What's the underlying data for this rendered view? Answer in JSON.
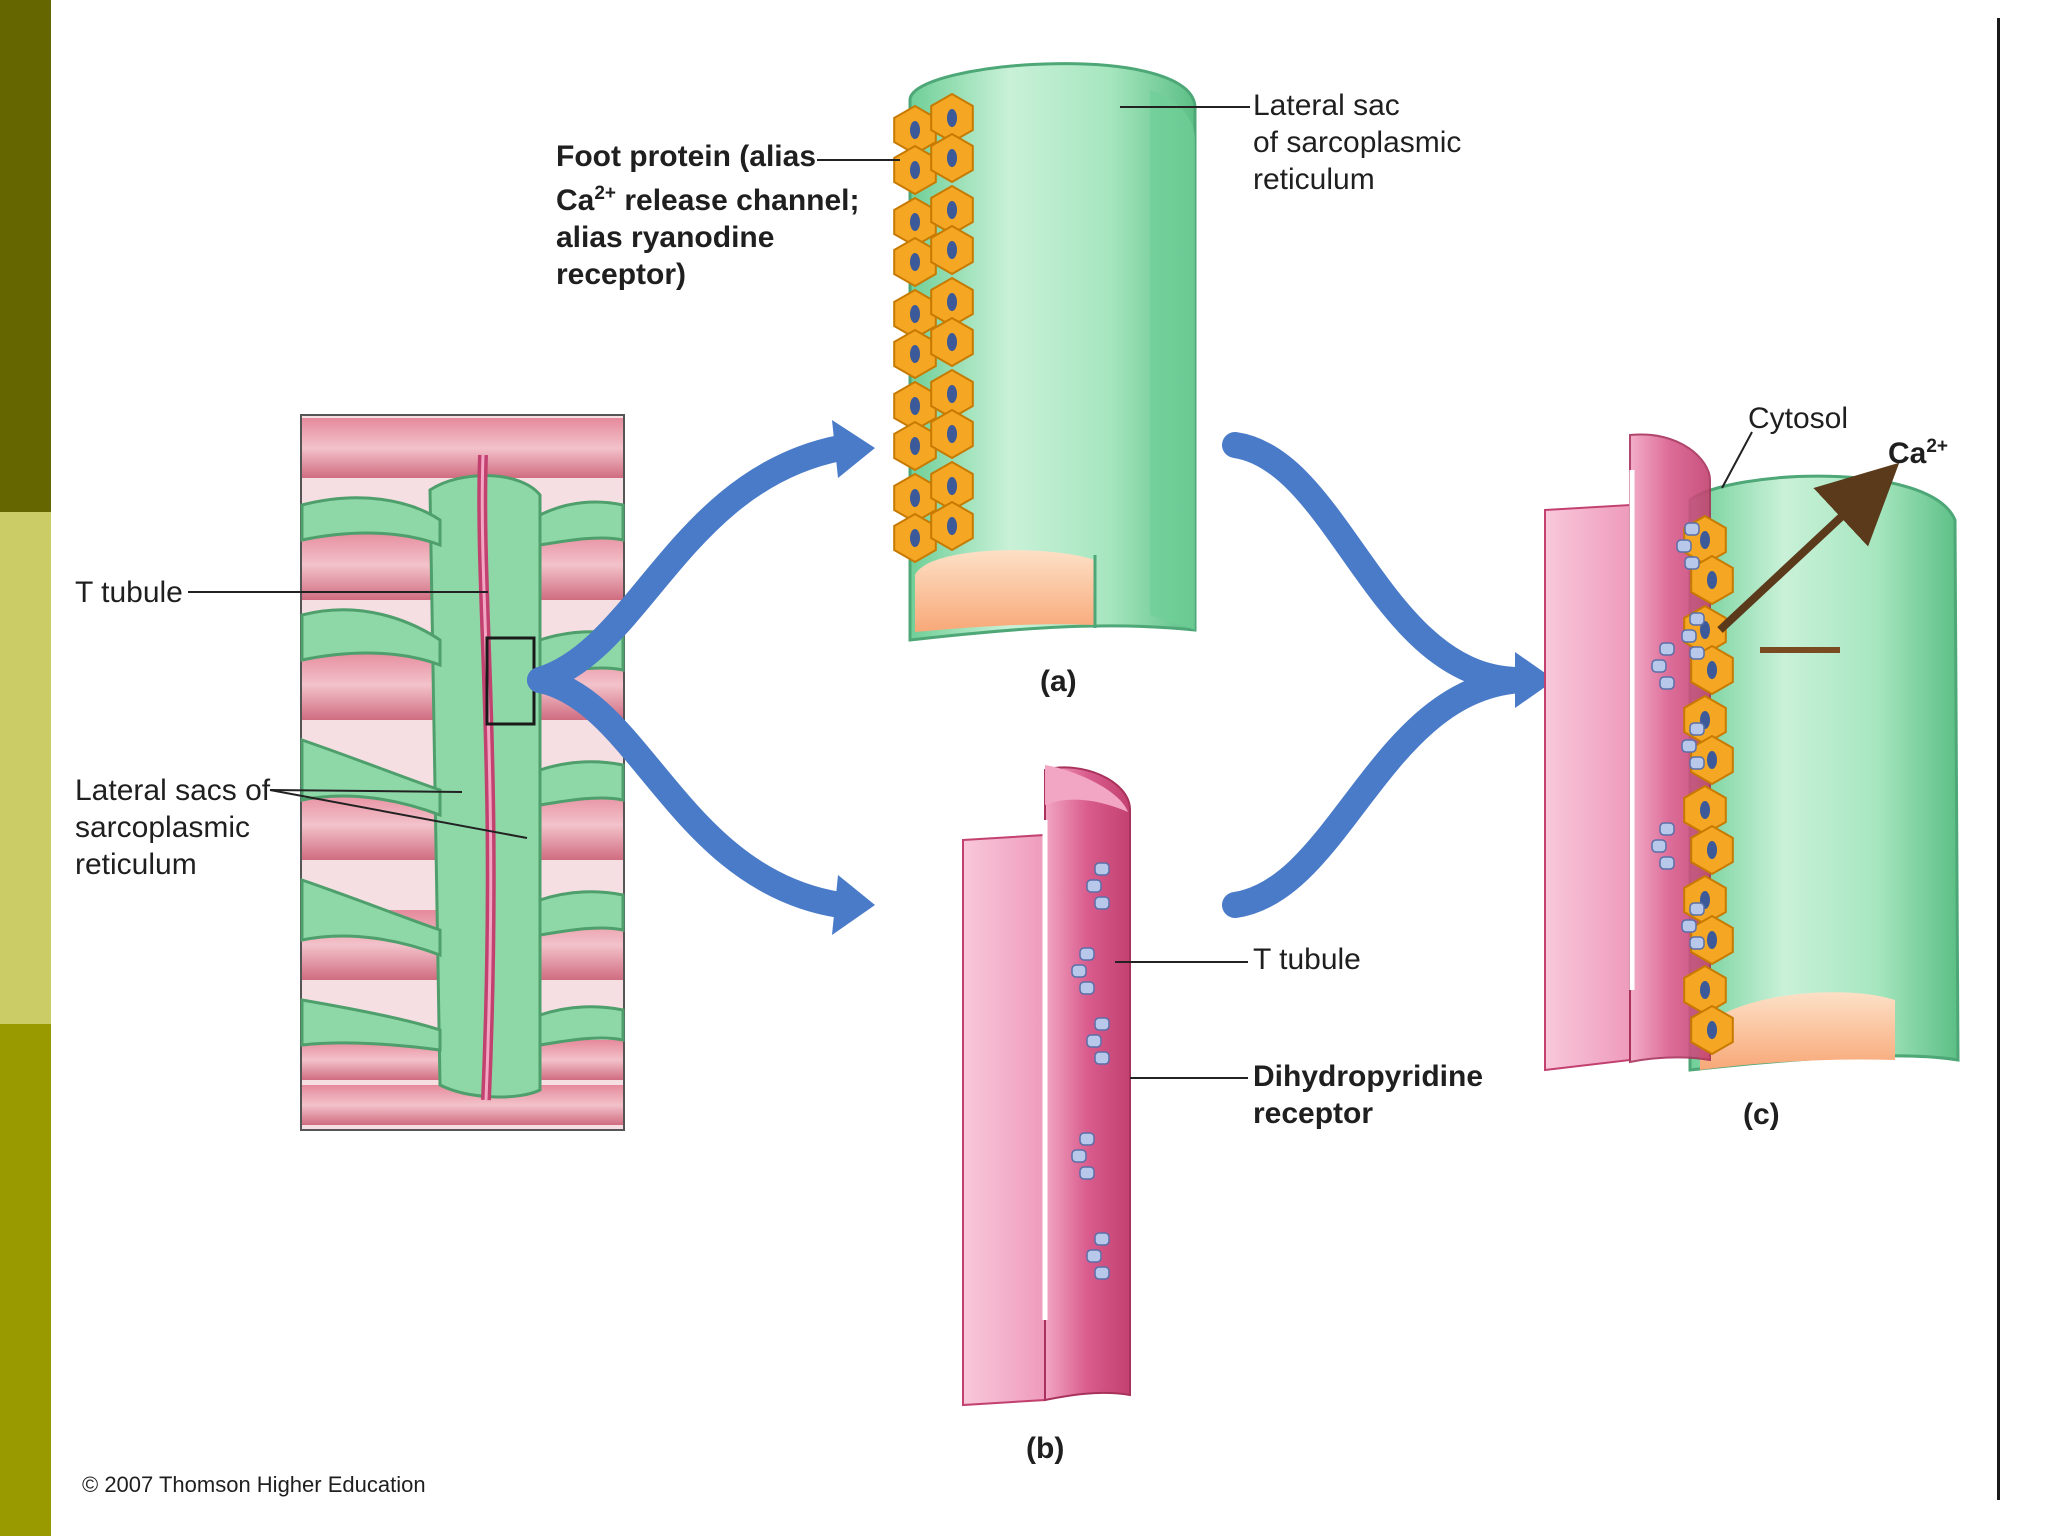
{
  "theme": {
    "sidebar_colors": [
      "#666600",
      "#cccc66",
      "#999900"
    ],
    "sr_green": "#9ee0b6",
    "ttubule_pink": "#d84d82",
    "foot_protein_orange": "#f5a623",
    "arrow_blue": "#4a7bc8",
    "ca_arrow_brown": "#5a3a1a"
  },
  "labels": {
    "foot_protein": [
      "Foot protein (alias",
      "Ca",
      "2+",
      " release channel;",
      "alias ryanodine",
      "receptor)"
    ],
    "lateral_sac_sr": [
      "Lateral sac",
      "of sarcoplasmic",
      "reticulum"
    ],
    "t_tubule_left": "T tubule",
    "lateral_sacs_left": [
      "Lateral sacs of",
      "sarcoplasmic",
      "reticulum"
    ],
    "t_tubule_b": "T tubule",
    "dhp_receptor": [
      "Dihydropyridine",
      "receptor"
    ],
    "cytosol": "Cytosol",
    "ca2_base": "Ca",
    "ca2_sup": "2+"
  },
  "panels": {
    "a": "(a)",
    "b": "(b)",
    "c": "(c)"
  },
  "credit": "© 2007 Thomson Higher Education"
}
